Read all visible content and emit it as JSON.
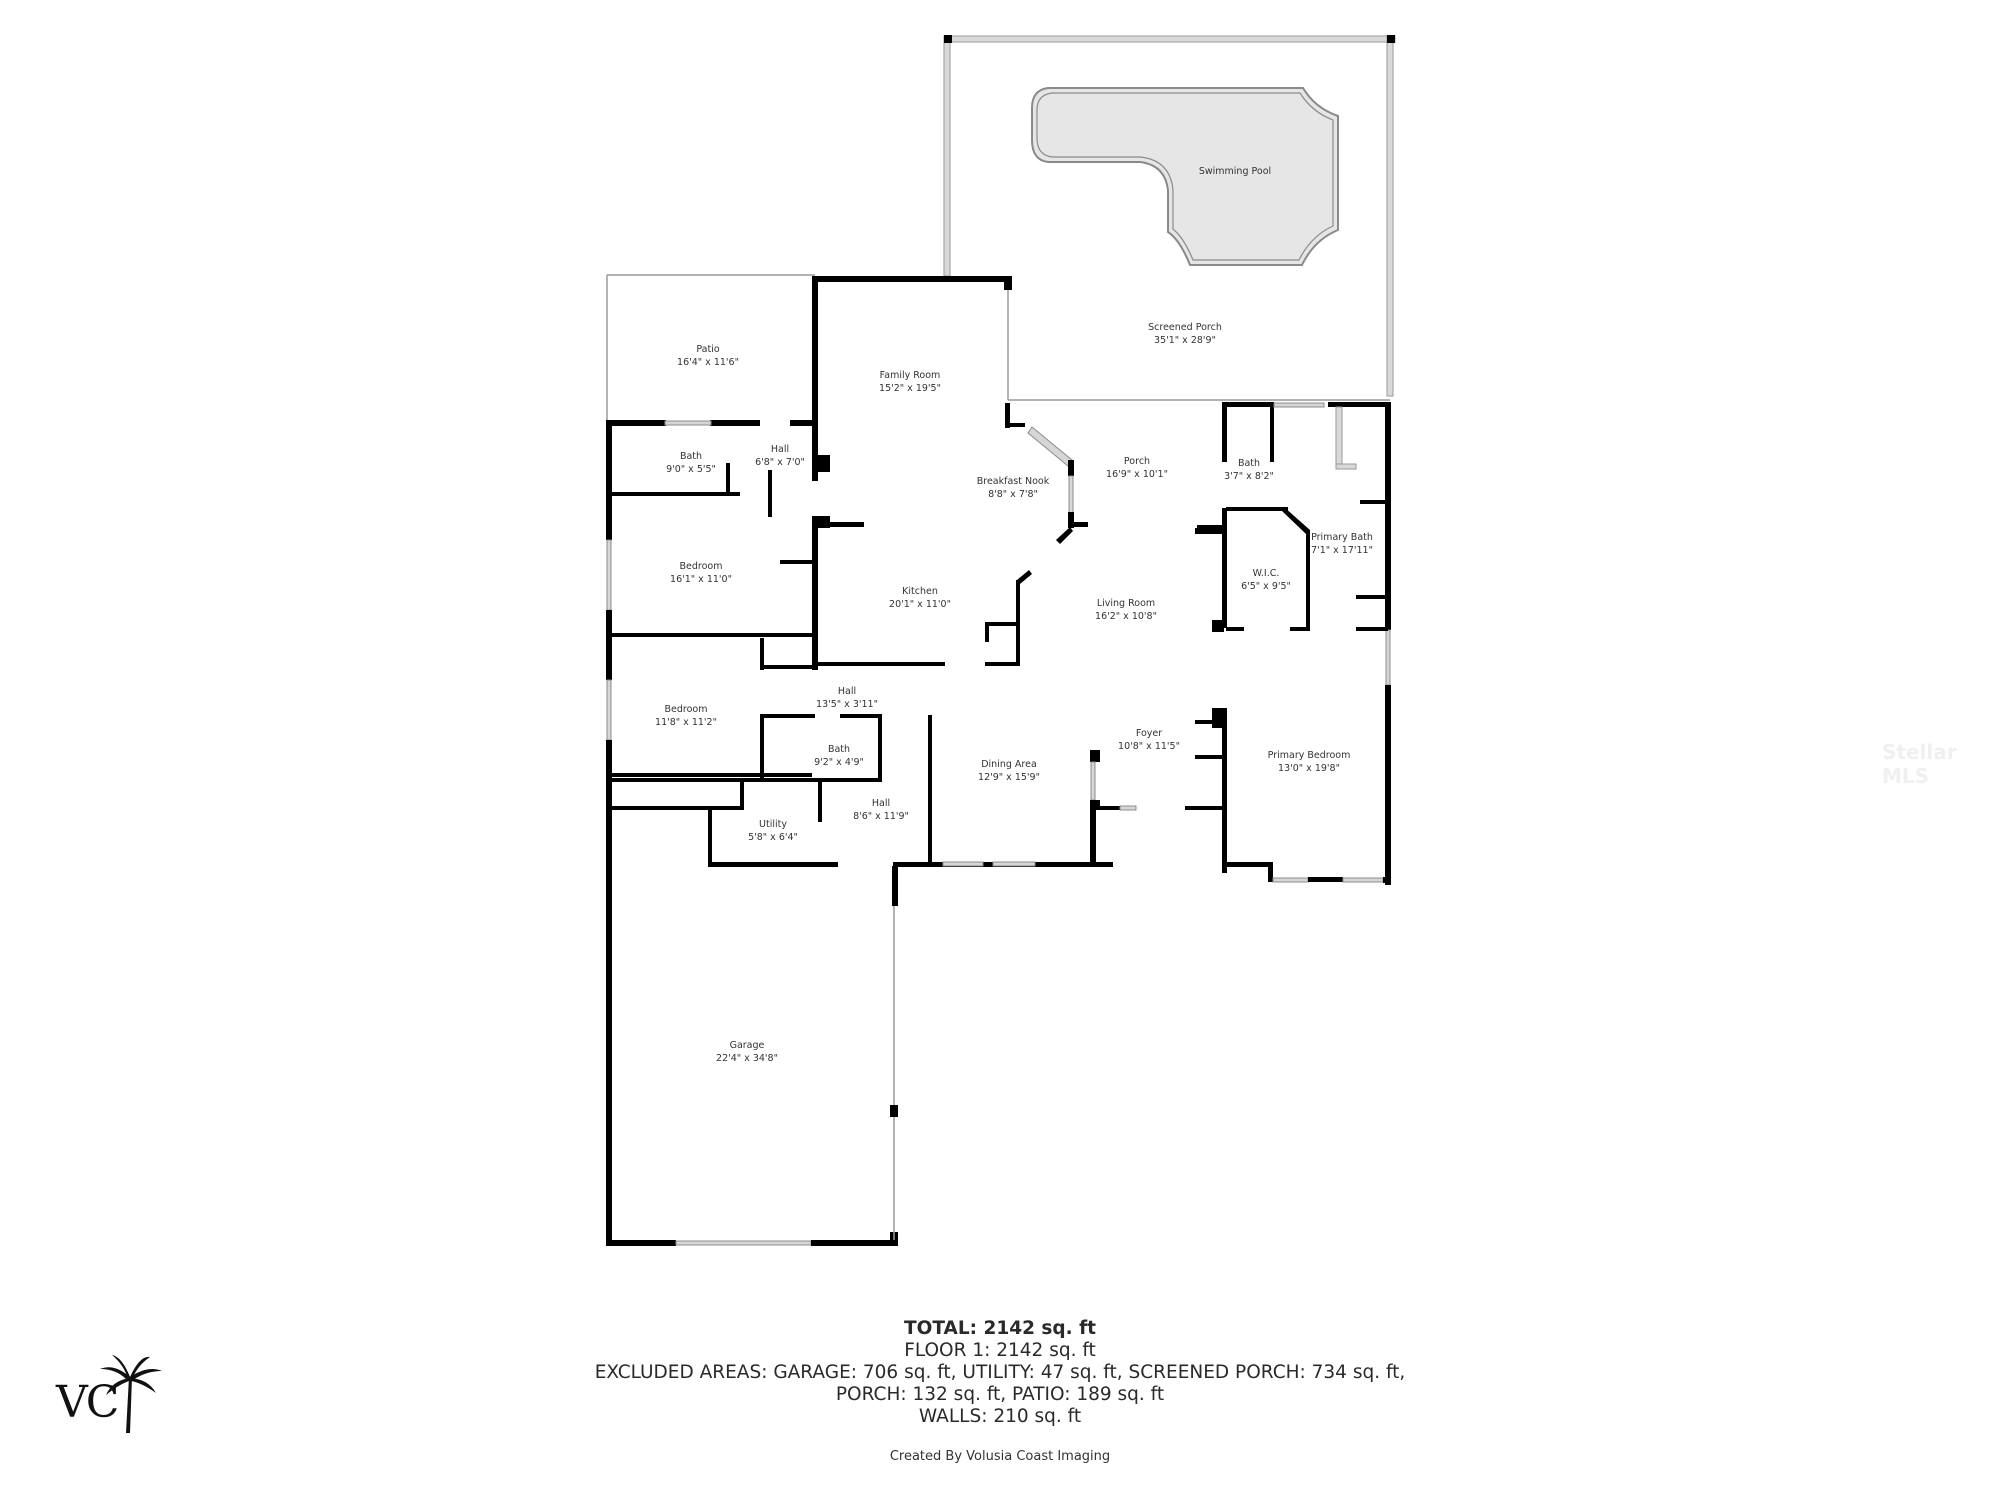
{
  "rooms": {
    "swimming_pool": {
      "name": "Swimming Pool",
      "dim": ""
    },
    "screened_porch": {
      "name": "Screened Porch",
      "dim": "35'1\" x 28'9\""
    },
    "patio": {
      "name": "Patio",
      "dim": "16'4\" x 11'6\""
    },
    "family_room": {
      "name": "Family Room",
      "dim": "15'2\" x 19'5\""
    },
    "bath_1": {
      "name": "Bath",
      "dim": "9'0\" x 5'5\""
    },
    "hall_1": {
      "name": "Hall",
      "dim": "6'8\" x 7'0\""
    },
    "breakfast_nook": {
      "name": "Breakfast Nook",
      "dim": "8'8\" x 7'8\""
    },
    "porch": {
      "name": "Porch",
      "dim": "16'9\" x 10'1\""
    },
    "bath_2": {
      "name": "Bath",
      "dim": "3'7\" x 8'2\""
    },
    "primary_bath": {
      "name": "Primary Bath",
      "dim": "7'1\" x 17'11\""
    },
    "bedroom_1": {
      "name": "Bedroom",
      "dim": "16'1\" x 11'0\""
    },
    "kitchen": {
      "name": "Kitchen",
      "dim": "20'1\" x 11'0\""
    },
    "living_room": {
      "name": "Living Room",
      "dim": "16'2\" x 10'8\""
    },
    "wic": {
      "name": "W.I.C.",
      "dim": "6'5\" x 9'5\""
    },
    "hall_2": {
      "name": "Hall",
      "dim": "13'5\" x 3'11\""
    },
    "bedroom_2": {
      "name": "Bedroom",
      "dim": "11'8\" x 11'2\""
    },
    "bath_3": {
      "name": "Bath",
      "dim": "9'2\" x 4'9\""
    },
    "foyer": {
      "name": "Foyer",
      "dim": "10'8\" x 11'5\""
    },
    "primary_bedroom": {
      "name": "Primary Bedroom",
      "dim": "13'0\" x 19'8\""
    },
    "dining_area": {
      "name": "Dining Area",
      "dim": "12'9\" x 15'9\""
    },
    "utility": {
      "name": "Utility",
      "dim": "5'8\" x 6'4\""
    },
    "hall_3": {
      "name": "Hall",
      "dim": "8'6\" x 11'9\""
    },
    "garage": {
      "name": "Garage",
      "dim": "22'4\" x 34'8\""
    }
  },
  "summary": {
    "total": "TOTAL: 2142 sq. ft",
    "floor1": "FLOOR 1: 2142 sq. ft",
    "excluded_line1": "EXCLUDED AREAS: GARAGE: 706 sq. ft, UTILITY: 47 sq. ft, SCREENED PORCH: 734 sq. ft,",
    "excluded_line2": "PORCH: 132 sq. ft, PATIO: 189 sq. ft",
    "walls": "WALLS: 210 sq. ft"
  },
  "credit": "Created By Volusia Coast Imaging",
  "logo": {
    "text": "VCI",
    "icon": "palm-tree-icon"
  },
  "watermark": "Stellar MLS"
}
